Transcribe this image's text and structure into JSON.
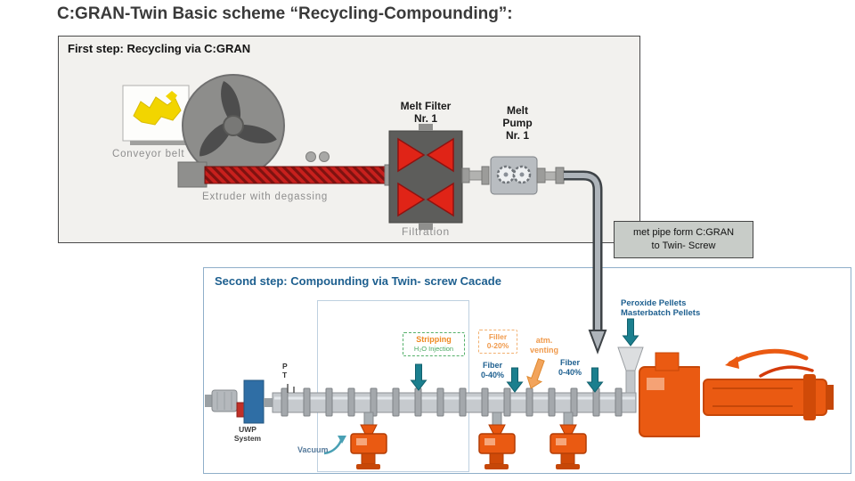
{
  "title": "C:GRAN-Twin Basic scheme “Recycling-Compounding”:",
  "step1": {
    "label": "First step: Recycling via C:GRAN",
    "conveyor_label": "Conveyor belt",
    "extruder_label": "Extruder with degassing",
    "melt_filter_line1": "Melt Filter",
    "melt_filter_line2": "Nr. 1",
    "filtration_label": "Filtration",
    "melt_pump_line1": "Melt",
    "melt_pump_line2": "Pump",
    "melt_pump_line3": "Nr. 1"
  },
  "pipe_note": {
    "line1": "met pipe form C:GRAN",
    "line2": "to Twin- Screw"
  },
  "step2": {
    "label": "Second step: Compounding via Twin- screw Cacade",
    "uwp_line1": "UWP",
    "uwp_line2": "System",
    "sensor_p": "P",
    "sensor_t": "T",
    "stripping_line1": "Stripping",
    "stripping_line2": "H₂O Injection",
    "filler_line1": "Filler",
    "filler_line2": "0-20%",
    "fiber1_line1": "Fiber",
    "fiber1_line2": "0-40%",
    "atm_line1": "atm.",
    "atm_line2": "venting",
    "fiber2_line1": "Fiber",
    "fiber2_line2": "0-40%",
    "peroxide_line1": "Peroxide Pellets",
    "peroxide_line2": "Masterbatch Pellets",
    "vacuum_label": "Vacuum"
  },
  "colors": {
    "panel1_bg": "#f2f1ee",
    "panel2_border": "#8fafc9",
    "accent_blue": "#1d5f8f",
    "teal_arrow": "#1b7f8e",
    "orange_text": "#f09a4c",
    "green_dash": "#55b06a",
    "filter_red": "#e02417",
    "machine_orange": "#ea5a12",
    "note_bg": "#c8ccc8"
  }
}
